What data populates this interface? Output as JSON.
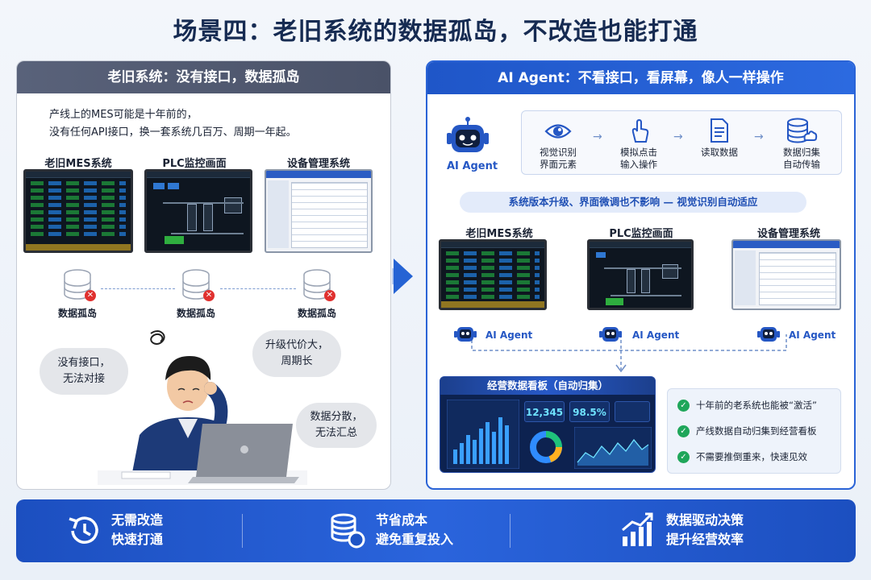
{
  "title": "场景四：老旧系统的数据孤岛，不改造也能打通",
  "left": {
    "header": "老旧系统：没有接口，数据孤岛",
    "intro": [
      "产线上的MES可能是十年前的，",
      "没有任何API接口，换一套系统几百万、周期一年起。"
    ],
    "systems": [
      "老旧MES系统",
      "PLC监控画面",
      "设备管理系统"
    ],
    "island_label": "数据孤岛",
    "clouds": {
      "a": [
        "没有接口，",
        "无法对接"
      ],
      "b": [
        "升级代价大，",
        "周期长"
      ],
      "c": [
        "数据分散，",
        "无法汇总"
      ]
    }
  },
  "right": {
    "header": "AI Agent：不看接口，看屏幕，像人一样操作",
    "agent_name": "AI Agent",
    "steps": [
      [
        "视觉识别",
        "界面元素"
      ],
      [
        "模拟点击",
        "输入操作"
      ],
      [
        "读取数据",
        ""
      ],
      [
        "数据归集",
        "自动传输"
      ]
    ],
    "adapt_note": "系统版本升级、界面微调也不影响 — 视觉识别自动适应",
    "systems": [
      "老旧MES系统",
      "PLC监控画面",
      "设备管理系统"
    ],
    "dashboard": {
      "title": "经营数据看板（自动归集）",
      "kpi1": "12,345",
      "kpi2": "98.5%"
    },
    "checks": [
      "十年前的老系统也能被“激活”",
      "产线数据自动归集到经营看板",
      "不需要推倒重来，快速见效"
    ]
  },
  "footer": {
    "benefits": [
      [
        "无需改造",
        "快速打通"
      ],
      [
        "节省成本",
        "避免重复投入"
      ],
      [
        "数据驱动决策",
        "提升经营效率"
      ]
    ]
  },
  "colors": {
    "brand_blue": "#2563d4",
    "island_red": "#e0312f",
    "check_green": "#1fa65a"
  },
  "icons": [
    "robot-icon",
    "eye-icon",
    "tap-hand-icon",
    "document-icon",
    "database-cloud-icon",
    "database-icon",
    "history-clock-icon",
    "coins-icon",
    "growth-chart-icon",
    "check-icon"
  ]
}
